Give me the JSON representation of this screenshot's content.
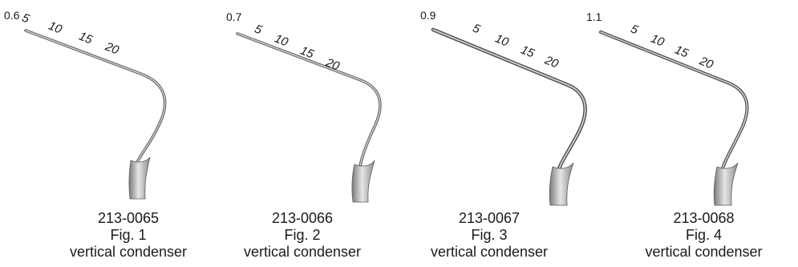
{
  "instruments": [
    {
      "tip_size": "0.6",
      "depth_marks": [
        "5",
        "10",
        "15",
        "20"
      ],
      "part_number": "213-0065",
      "figure": "Fig. 1",
      "description": "vertical condenser"
    },
    {
      "tip_size": "0.7",
      "depth_marks": [
        "5",
        "10",
        "15",
        "20"
      ],
      "part_number": "213-0066",
      "figure": "Fig. 2",
      "description": "vertical condenser"
    },
    {
      "tip_size": "0.9",
      "depth_marks": [
        "5",
        "10",
        "15",
        "20"
      ],
      "part_number": "213-0067",
      "figure": "Fig. 3",
      "description": "vertical condenser"
    },
    {
      "tip_size": "1.1",
      "depth_marks": [
        "5",
        "10",
        "15",
        "20"
      ],
      "part_number": "213-0068",
      "figure": "Fig. 4",
      "description": "vertical condenser"
    }
  ],
  "colors": {
    "metal_light": "#d9d9d9",
    "metal_dark": "#7a7a7a",
    "outline": "#3a3a3a",
    "text": "#1a1a1a"
  }
}
